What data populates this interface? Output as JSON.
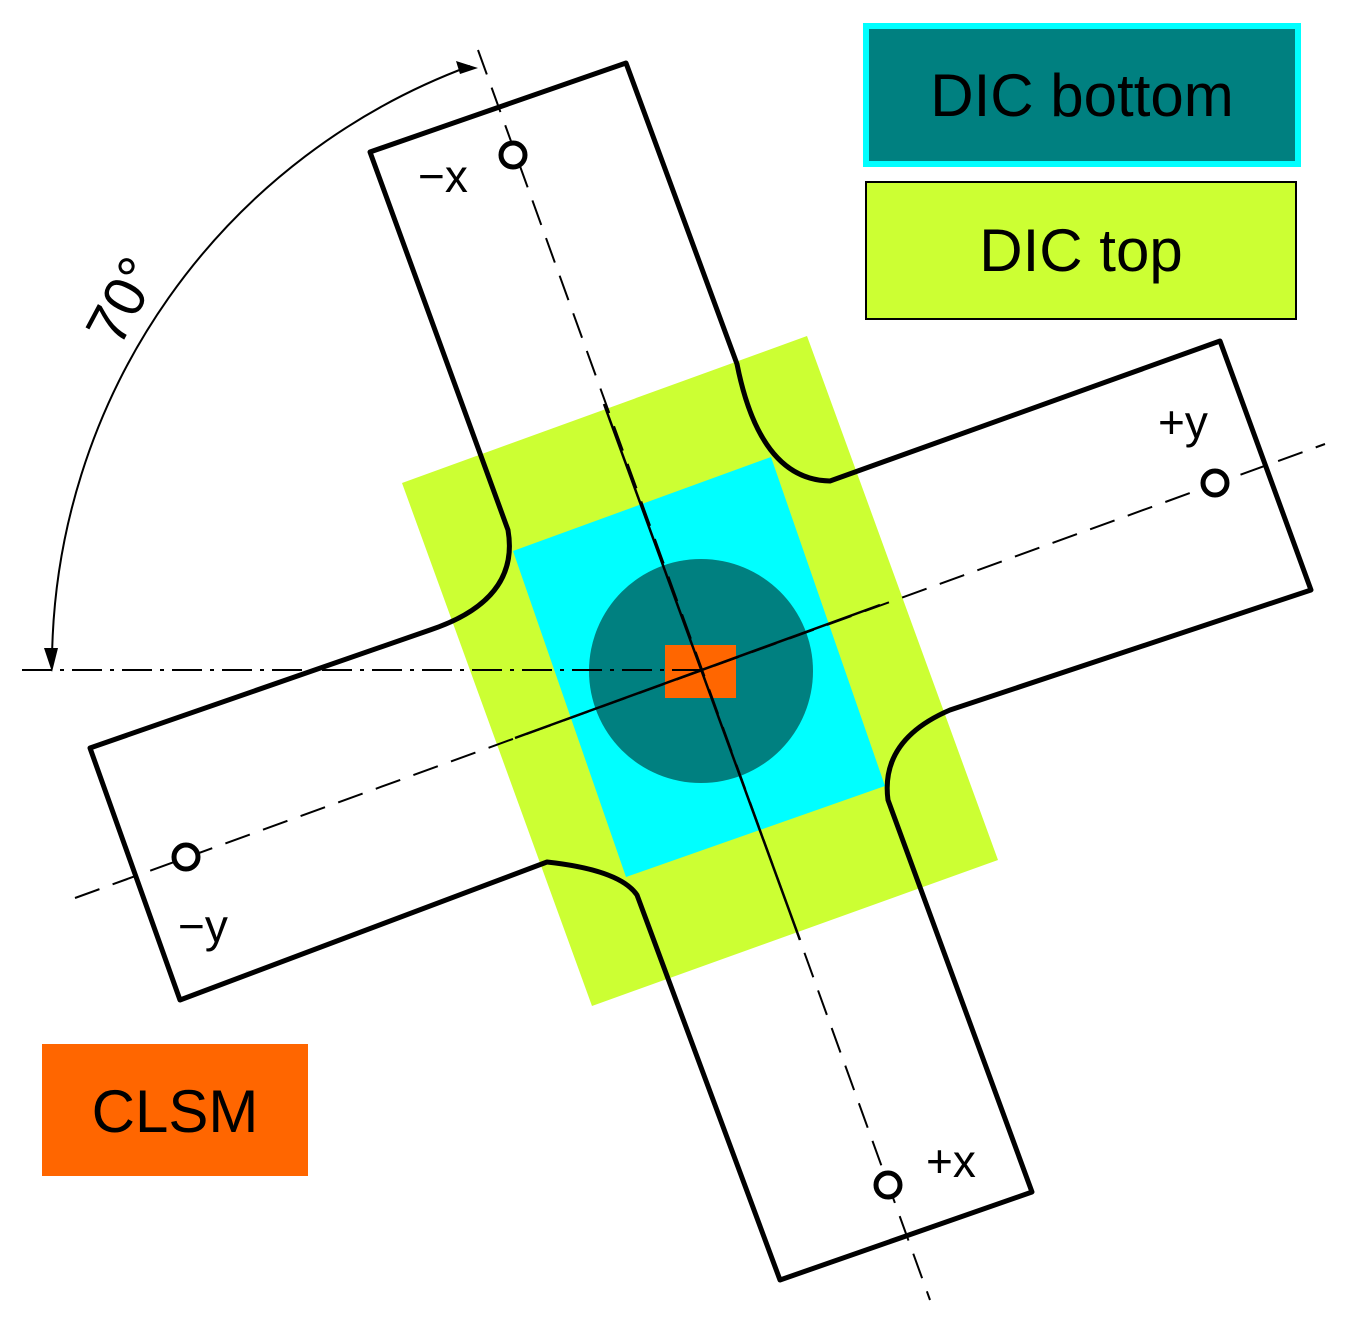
{
  "colors": {
    "dic_top": "#ccff33",
    "dic_bottom_region": "#00ffff",
    "dic_bottom_circle": "#008080",
    "clsm": "#ff6600",
    "outline": "#000000",
    "background": "#ffffff"
  },
  "angle": {
    "label": "70°",
    "degrees": 70
  },
  "axes": {
    "minus_x": "−x",
    "plus_x": "+x",
    "minus_y": "−y",
    "plus_y": "+y"
  },
  "legend": {
    "dic_bottom": "DIC bottom",
    "dic_top": "DIC top",
    "clsm": "CLSM"
  }
}
